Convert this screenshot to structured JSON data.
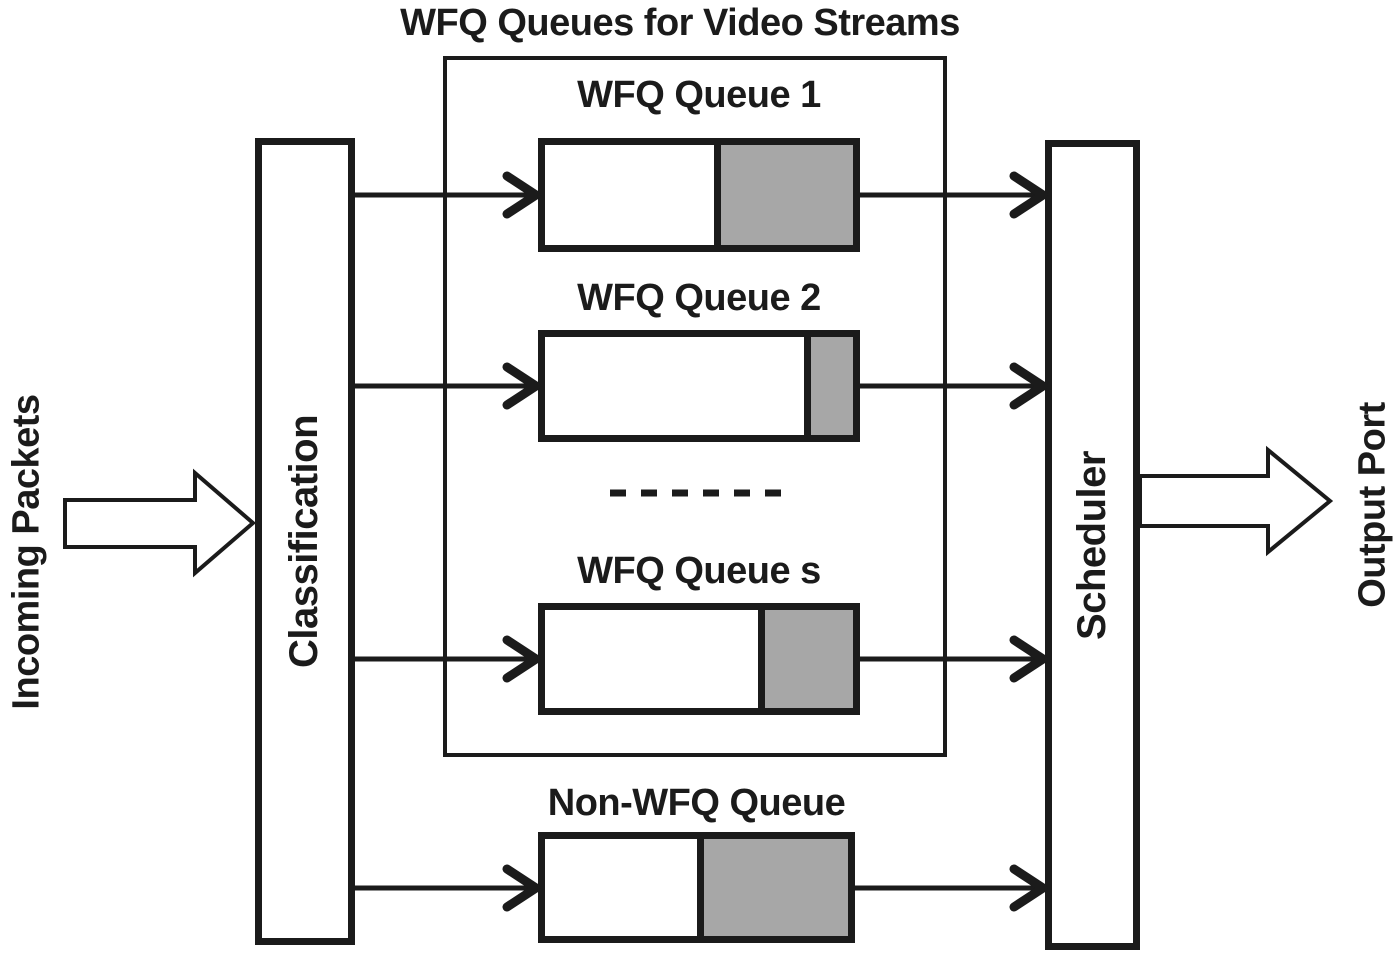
{
  "title": "WFQ Queues for Video Streams",
  "left": {
    "incoming_label": "Incoming Packets"
  },
  "classification": {
    "label": "Classification"
  },
  "wfq_group": {
    "queues": [
      {
        "label": "WFQ Queue 1",
        "fill_percent": 45
      },
      {
        "label": "WFQ Queue 2",
        "fill_percent": 16
      },
      {
        "label": "WFQ Queue s",
        "fill_percent": 31
      }
    ]
  },
  "non_wfq_queue": {
    "label": "Non-WFQ Queue",
    "fill_percent": 50
  },
  "scheduler": {
    "label": "Scheduler"
  },
  "right": {
    "output_label": "Output Port"
  },
  "colors": {
    "stroke": "#1b1b1b",
    "queue_fill": "#a7a7a7",
    "background": "#ffffff"
  }
}
